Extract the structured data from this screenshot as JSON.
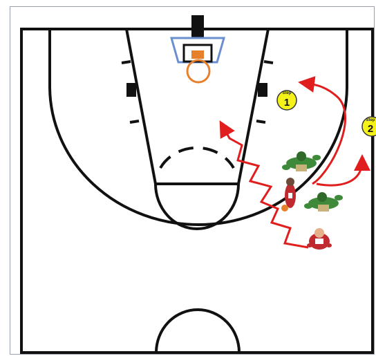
{
  "diagram": {
    "type": "basketball-half-court-play",
    "colors": {
      "court_line": "#111111",
      "backboard": "#6a8fd0",
      "rim": "#e6802a",
      "path": "#e01e1e",
      "step_badge": "#f5f21a",
      "defender": "#3f8a3a",
      "offense": "#c0292e"
    },
    "steps": [
      {
        "super": "Step",
        "number": "1"
      },
      {
        "super": "Step",
        "number": "2"
      }
    ],
    "players": [
      {
        "role": "defender",
        "icon": "defender-figure-icon"
      },
      {
        "role": "defender",
        "icon": "defender-figure-icon"
      },
      {
        "role": "ball-handler",
        "icon": "dribbler-figure-icon"
      },
      {
        "role": "offense",
        "icon": "offense-figure-icon"
      }
    ]
  }
}
